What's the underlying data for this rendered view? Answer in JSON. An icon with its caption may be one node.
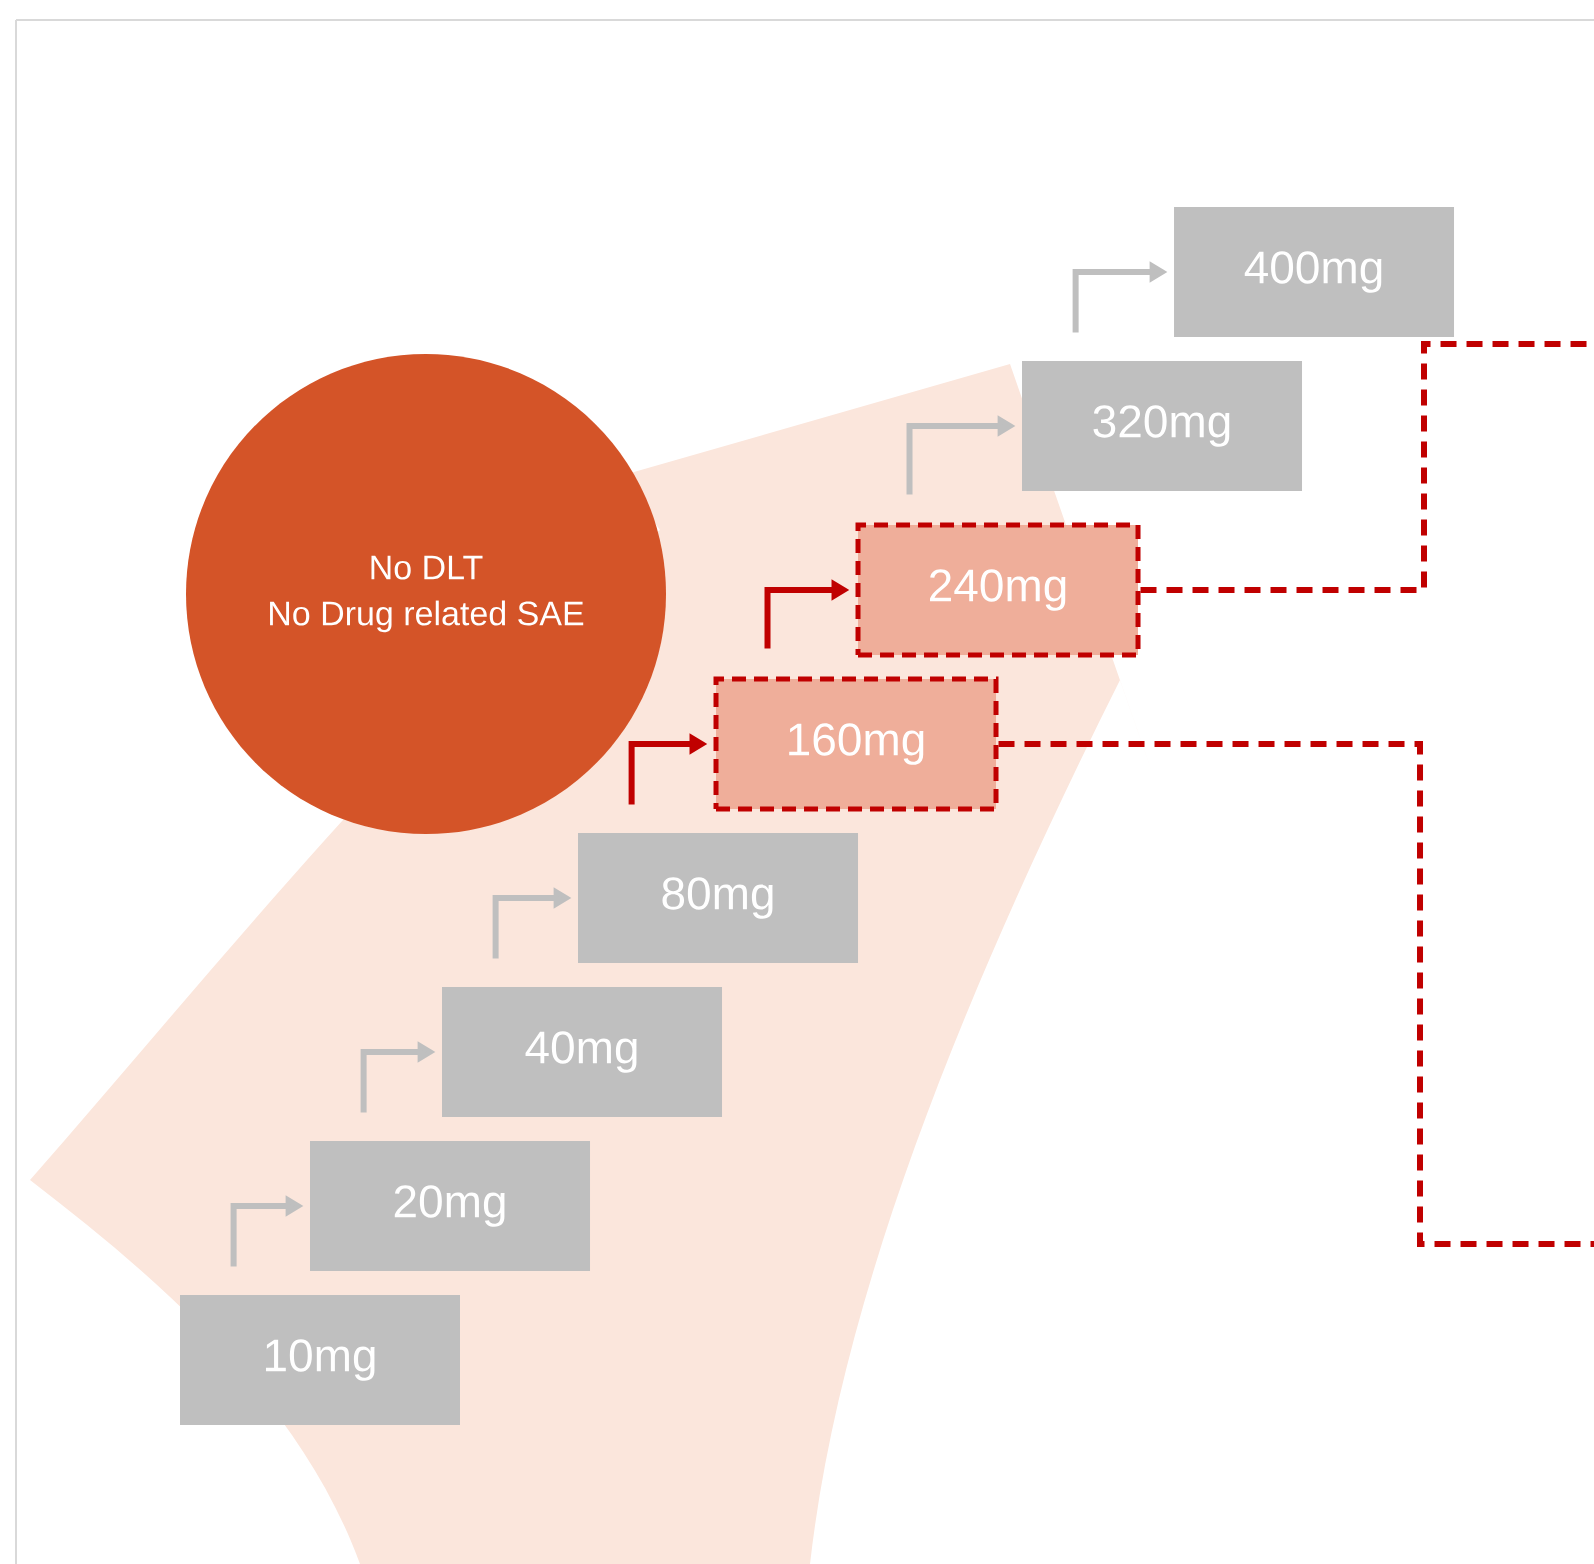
{
  "diagram": {
    "nodes": [
      {
        "text": [
          "No DLT",
          "No Drug related SAE"
        ]
      },
      {
        "text": [
          "10mg"
        ]
      },
      {
        "text": [
          "20mg"
        ]
      },
      {
        "text": [
          "40mg"
        ]
      },
      {
        "text": [
          "80mg"
        ]
      },
      {
        "text": [
          "160mg"
        ]
      },
      {
        "text": [
          "240mg"
        ]
      },
      {
        "text": [
          "320mg"
        ]
      },
      {
        "text": [
          "400mg"
        ]
      }
    ],
    "edges": [
      {
        "from": 1,
        "to": 2,
        "arrow": "to"
      },
      {
        "from": 2,
        "to": 3,
        "arrow": "to"
      },
      {
        "from": 3,
        "to": 4,
        "arrow": "to"
      },
      {
        "from": 4,
        "to": 5,
        "arrow": "to",
        "color": "#c00000"
      },
      {
        "from": 5,
        "to": 6,
        "arrow": "to",
        "color": "#c00000"
      },
      {
        "from": 6,
        "to": 7,
        "arrow": "to"
      },
      {
        "from": 7,
        "to": 8,
        "arrow": "to"
      },
      {
        "from": 5,
        "to": null,
        "arrow": "none",
        "style": "dashed",
        "color": "#c00000"
      },
      {
        "from": 6,
        "to": null,
        "arrow": "none",
        "style": "dashed",
        "color": "#c00000"
      }
    ]
  }
}
